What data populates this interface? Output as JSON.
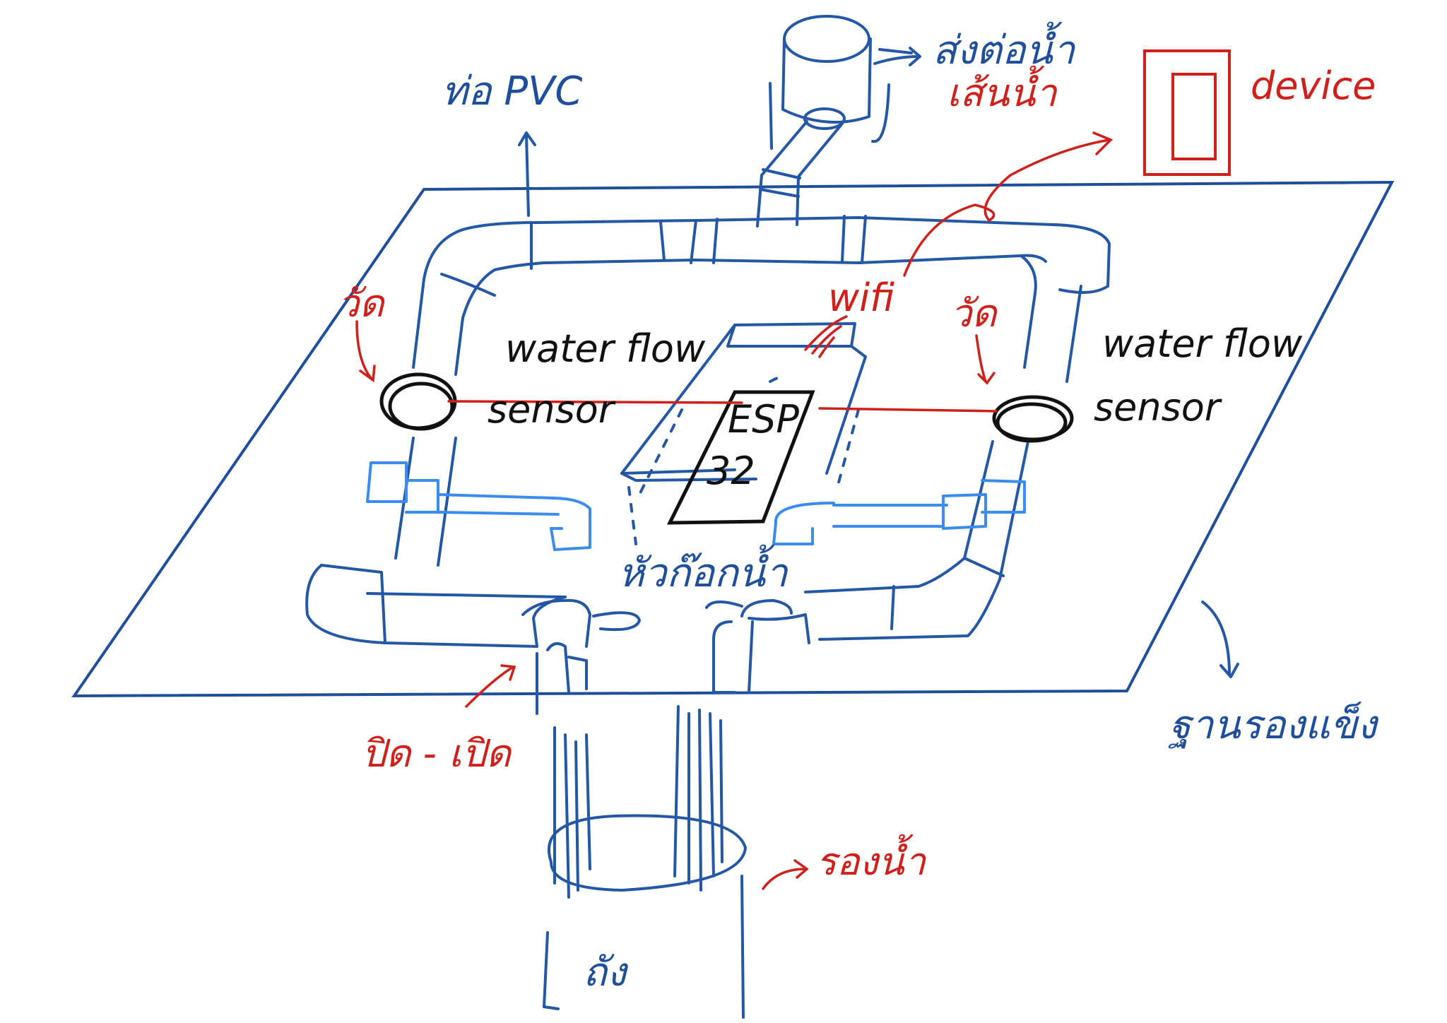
{
  "labels": {
    "pvc_pipe": "ท่อ PVC",
    "water_supply_line1": "ส่งต่อน้ำ",
    "water_supply_line2": "เส้นน้ำ",
    "device": "device",
    "measure_left": "วัด",
    "measure_right": "วัด",
    "wifi": "wifi",
    "water_flow_left": "water flow",
    "sensor_left": "sensor",
    "water_flow_right": "water flow",
    "sensor_right": "sensor",
    "esp_line1": "ESP",
    "esp_line2": "32",
    "faucet": "หัวก๊อกน้ำ",
    "on_off": "ปิด - เปิด",
    "base": "ฐานรองแข็ง",
    "catch_water": "รองน้ำ",
    "bucket": "ถัง"
  },
  "colors": {
    "pipe": "#2457a6",
    "pipe_light": "#3a8cf0",
    "annotation": "#d0201c",
    "sensor": "#111111"
  }
}
